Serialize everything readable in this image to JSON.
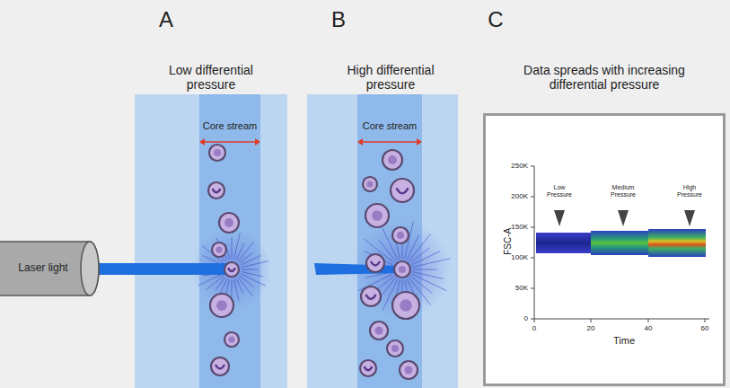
{
  "diagram": {
    "nodes": [
      {
        "text": [
          "Laser light"
        ]
      },
      {
        "text": [
          "Data spreads with increasing differential pressure"
        ]
      }
    ],
    "labels": [
      "A",
      "B",
      "C",
      "Low differential pressure",
      "Core stream",
      "High differential pressure",
      "Core stream",
      "250K",
      "200K",
      "150K",
      "100K",
      "50K",
      "0",
      "FSC-A",
      "0",
      "20",
      "40",
      "60",
      "Time",
      "Low Pressure",
      "Medium Pressure",
      "High Pressure"
    ]
  }
}
